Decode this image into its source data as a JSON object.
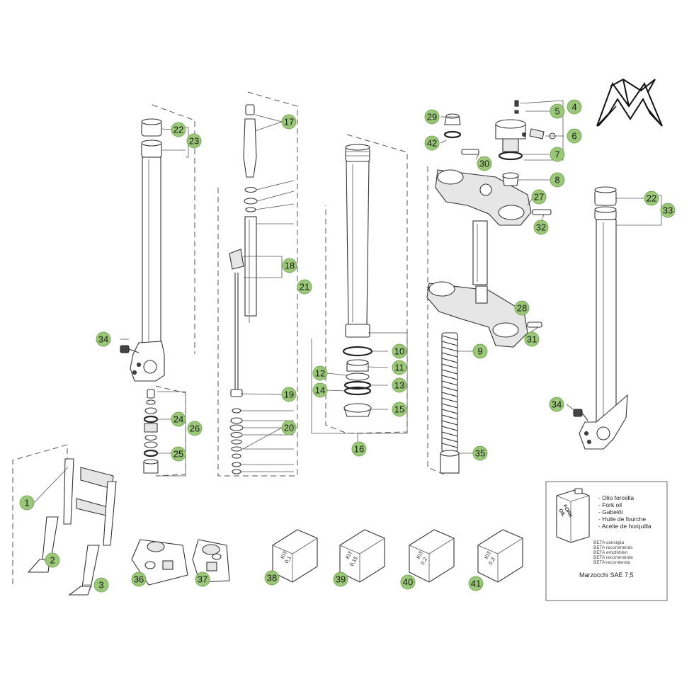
{
  "diagram": {
    "callouts": [
      "1",
      "2",
      "3",
      "4",
      "5",
      "6",
      "7",
      "8",
      "9",
      "10",
      "11",
      "12",
      "13",
      "14",
      "15",
      "16",
      "17",
      "18",
      "19",
      "20",
      "21",
      "22",
      "22",
      "23",
      "24",
      "25",
      "26",
      "27",
      "28",
      "29",
      "30",
      "31",
      "32",
      "33",
      "34",
      "34",
      "35",
      "36",
      "37",
      "38",
      "39",
      "40",
      "41",
      "42"
    ],
    "kits": [
      {
        "line1": "KIT",
        "line2": "0,1"
      },
      {
        "line1": "KIT",
        "line2": "0,15"
      },
      {
        "line1": "KIT",
        "line2": "0,2"
      },
      {
        "line1": "KIT",
        "line2": "0,3"
      }
    ],
    "oil_can_label": [
      "FORK",
      "OIL"
    ],
    "legend": {
      "names": [
        "- Olio forcella",
        "- Fork oil",
        "- Gabelöl",
        "- Huile de fourche",
        "- Aceite de horquilla"
      ],
      "recommends": [
        "BETA consiglia",
        "BETA recommends",
        "BETA empfohlen",
        "BETA recommande",
        "BETA recomienda"
      ],
      "product": "Marzocchi SAE 7,5"
    },
    "colors": {
      "bubble": "#9bc878",
      "line": "#333333",
      "background": "#ffffff"
    },
    "logo": "marzocchi-m-logo"
  }
}
